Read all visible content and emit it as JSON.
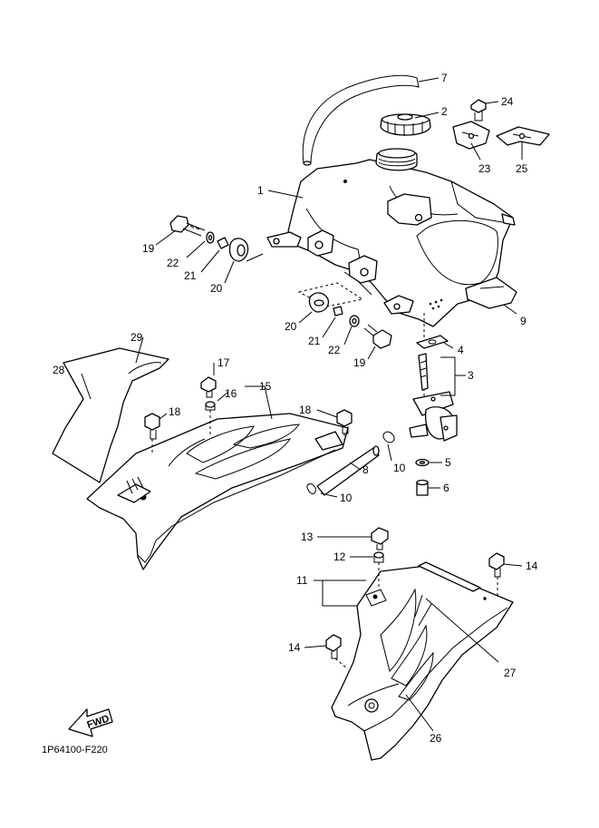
{
  "diagram_code": "1P64100-F220",
  "fwd_label": "FWD",
  "callouts": [
    {
      "key": "c7",
      "text": "7"
    },
    {
      "key": "c2",
      "text": "2"
    },
    {
      "key": "c24",
      "text": "24"
    },
    {
      "key": "c23",
      "text": "23"
    },
    {
      "key": "c25",
      "text": "25"
    },
    {
      "key": "c1",
      "text": "1"
    },
    {
      "key": "c19a",
      "text": "19"
    },
    {
      "key": "c22a",
      "text": "22"
    },
    {
      "key": "c21a",
      "text": "21"
    },
    {
      "key": "c20a",
      "text": "20"
    },
    {
      "key": "c9",
      "text": "9"
    },
    {
      "key": "c20b",
      "text": "20"
    },
    {
      "key": "c21b",
      "text": "21"
    },
    {
      "key": "c22b",
      "text": "22"
    },
    {
      "key": "c19b",
      "text": "19"
    },
    {
      "key": "c4",
      "text": "4"
    },
    {
      "key": "c3",
      "text": "3"
    },
    {
      "key": "c29",
      "text": "29"
    },
    {
      "key": "c28",
      "text": "28"
    },
    {
      "key": "c17",
      "text": "17"
    },
    {
      "key": "c16",
      "text": "16"
    },
    {
      "key": "c15",
      "text": "15"
    },
    {
      "key": "c18a",
      "text": "18"
    },
    {
      "key": "c18b",
      "text": "18"
    },
    {
      "key": "c10a",
      "text": "10"
    },
    {
      "key": "c5",
      "text": "5"
    },
    {
      "key": "c8",
      "text": "8"
    },
    {
      "key": "c6",
      "text": "6"
    },
    {
      "key": "c10b",
      "text": "10"
    },
    {
      "key": "c13",
      "text": "13"
    },
    {
      "key": "c12",
      "text": "12"
    },
    {
      "key": "c14a",
      "text": "14"
    },
    {
      "key": "c11",
      "text": "11"
    },
    {
      "key": "c14b",
      "text": "14"
    },
    {
      "key": "c27",
      "text": "27"
    },
    {
      "key": "c26",
      "text": "26"
    }
  ]
}
